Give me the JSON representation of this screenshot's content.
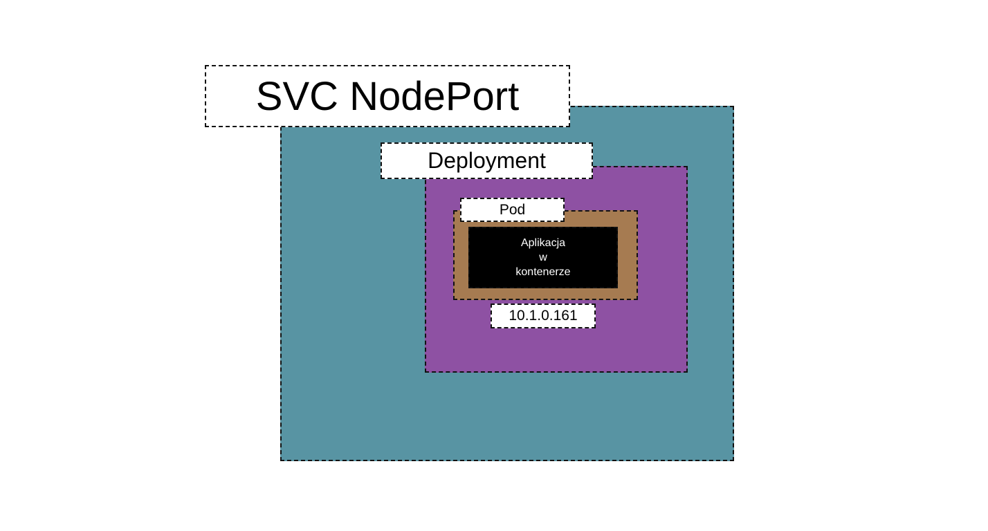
{
  "svc": {
    "label": "SVC NodePort",
    "color": "#5894a3"
  },
  "deployment": {
    "label": "Deployment",
    "color": "#8e51a3"
  },
  "pod": {
    "label": "Pod",
    "color": "#a67b51",
    "ip": "10.1.0.161"
  },
  "container": {
    "lines": [
      "Aplikacja",
      "w",
      "kontenerze"
    ],
    "color": "#000000"
  }
}
